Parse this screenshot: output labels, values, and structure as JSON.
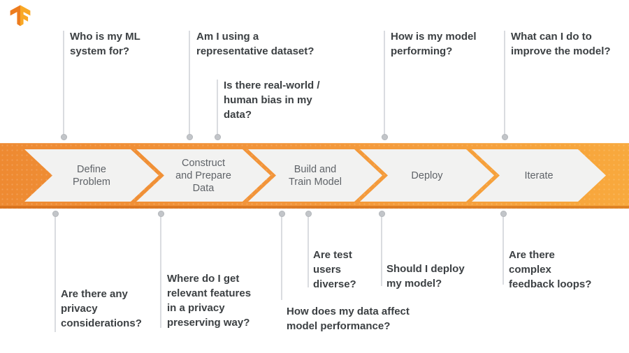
{
  "logo": {
    "name": "TensorFlow logo",
    "color_left": "#ED7C1E",
    "color_right": "#F9A825"
  },
  "banner": {
    "gradient_left": "#EE8A32",
    "gradient_right": "#F8A93D",
    "chevron_fill": "#F2F2F1",
    "label_color": "#5F6368",
    "stages": [
      {
        "label": "Define\nProblem"
      },
      {
        "label": "Construct\nand Prepare\nData"
      },
      {
        "label": "Build and\nTrain Model"
      },
      {
        "label": "Deploy"
      },
      {
        "label": "Iterate"
      }
    ]
  },
  "questions_top": [
    {
      "text": "Who is my ML\nsystem for?"
    },
    {
      "text": "Am I using a\nrepresentative dataset?"
    },
    {
      "text": "Is there real-world /\nhuman bias in my\ndata?"
    },
    {
      "text": "How is my model\nperforming?"
    },
    {
      "text": "What can I do to\nimprove the model?"
    }
  ],
  "questions_bottom": [
    {
      "text": "Are there any\nprivacy\nconsiderations?"
    },
    {
      "text": "Where do I get\nrelevant features\nin a privacy\npreserving way?"
    },
    {
      "text": "How does my data affect\nmodel performance?"
    },
    {
      "text": "Are test\nusers\ndiverse?"
    },
    {
      "text": "Should I deploy\nmy model?"
    },
    {
      "text": "Are there\ncomplex\nfeedback loops?"
    }
  ],
  "connector": {
    "line_color": "#DADCE0",
    "dot_color": "#C2C5C9"
  },
  "text_color": "#3C4043"
}
